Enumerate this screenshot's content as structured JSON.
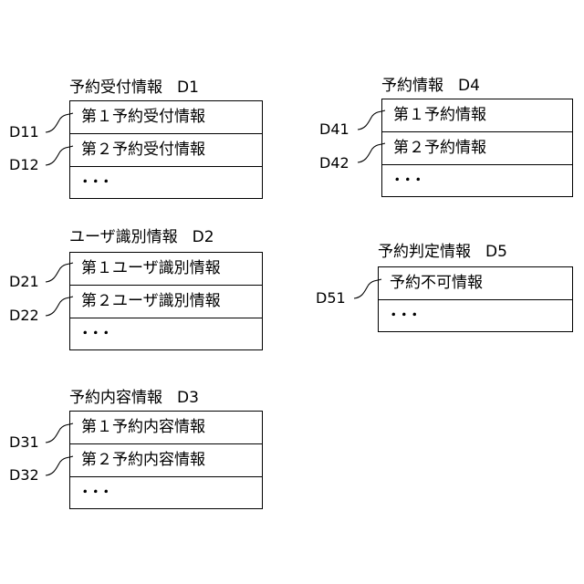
{
  "groups": [
    {
      "title": "予約受付情報",
      "code": "D1",
      "rows": [
        "第１予約受付情報",
        "第２予約受付情報",
        "･･･"
      ],
      "refs": [
        "D11",
        "D12"
      ]
    },
    {
      "title": "ユーザ識別情報",
      "code": "D2",
      "rows": [
        "第１ユーザ識別情報",
        "第２ユーザ識別情報",
        "･･･"
      ],
      "refs": [
        "D21",
        "D22"
      ]
    },
    {
      "title": "予約内容情報",
      "code": "D3",
      "rows": [
        "第１予約内容情報",
        "第２予約内容情報",
        "･･･"
      ],
      "refs": [
        "D31",
        "D32"
      ]
    },
    {
      "title": "予約情報",
      "code": "D4",
      "rows": [
        "第１予約情報",
        "第２予約情報",
        "･･･"
      ],
      "refs": [
        "D41",
        "D42"
      ]
    },
    {
      "title": "予約判定情報",
      "code": "D5",
      "rows": [
        "予約不可情報",
        "･･･"
      ],
      "refs": [
        "D51"
      ]
    }
  ]
}
